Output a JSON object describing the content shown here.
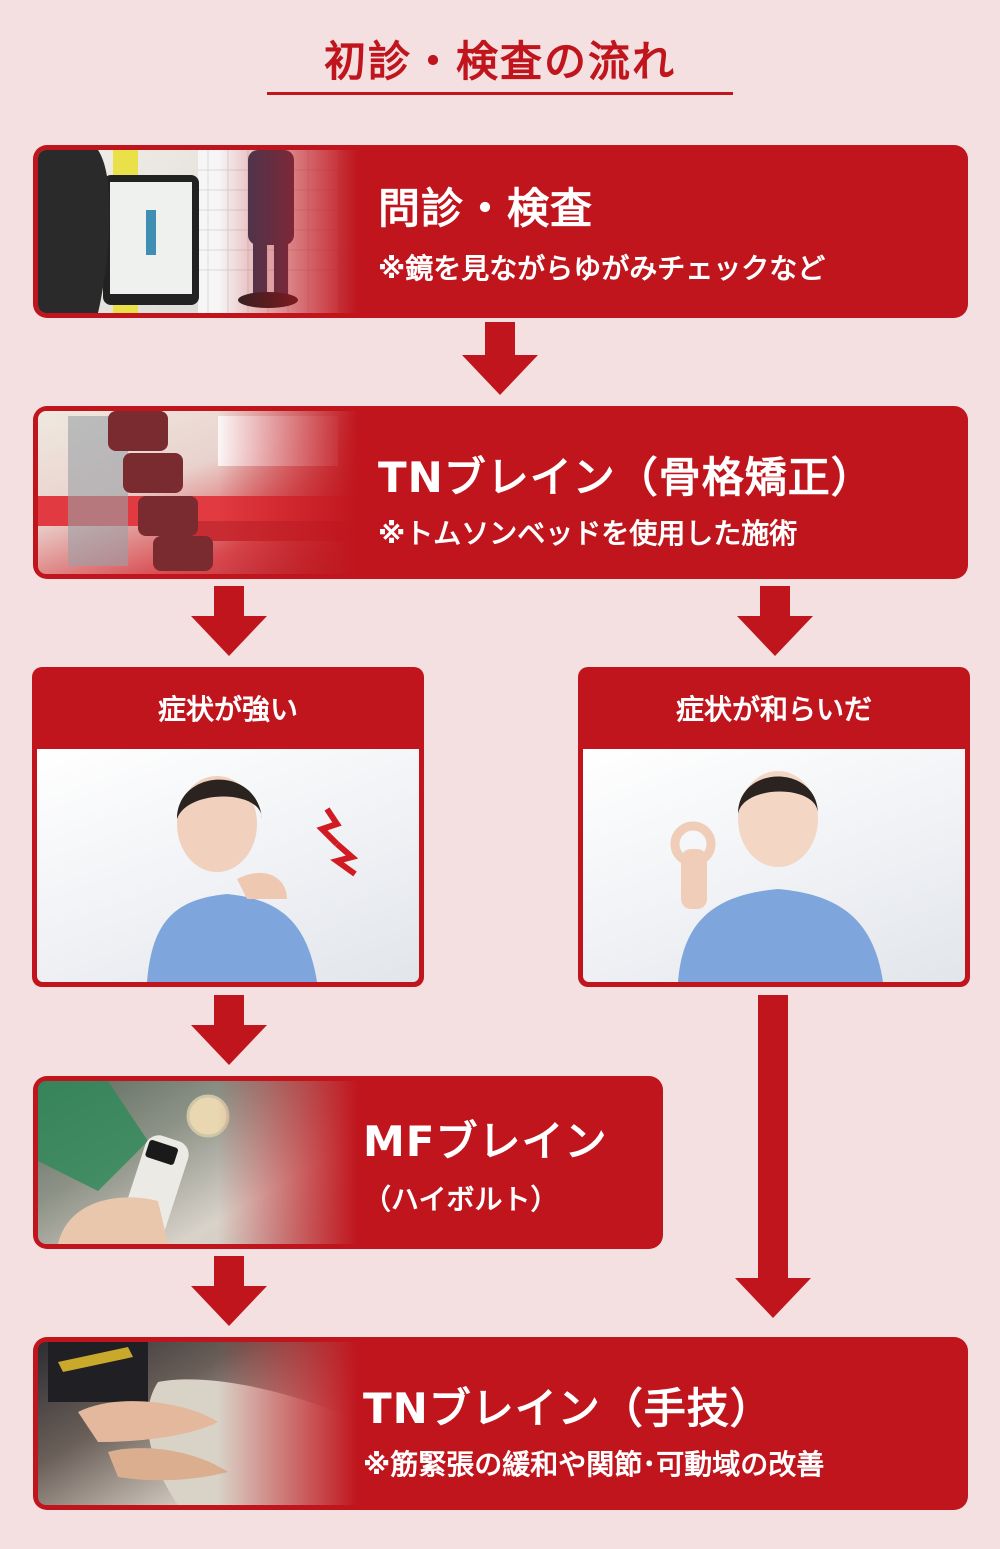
{
  "title": "初診・検査の流れ",
  "steps": {
    "exam": {
      "heading": "問診・検査",
      "note": "※鏡を見ながらゆがみチェックなど"
    },
    "tn_skeletal": {
      "heading": "TNブレイン（骨格矯正）",
      "note": "※トムソンベッドを使用した施術"
    },
    "strong": {
      "label": "症状が強い"
    },
    "eased": {
      "label": "症状が和らいだ"
    },
    "mf": {
      "heading": "MFブレイン",
      "note": "（ハイボルト）"
    },
    "tn_manual": {
      "heading": "TNブレイン（手技）",
      "note": "※筋緊張の緩和や関節･可動域の改善"
    }
  },
  "colors": {
    "accent": "#c0151d",
    "background": "#f4dfe1"
  }
}
